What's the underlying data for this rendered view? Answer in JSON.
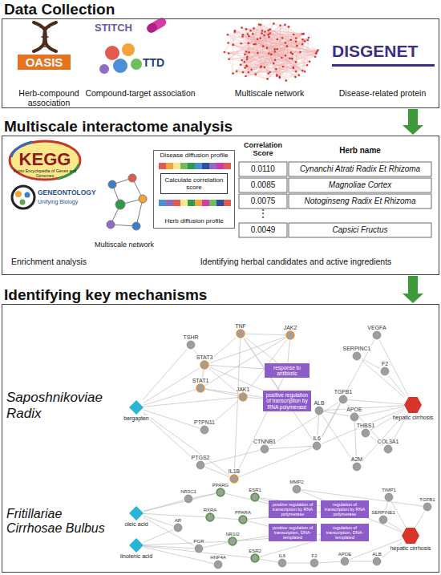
{
  "diagram": {
    "nodes": [
      {
        "text": [
          "Data Collection"
        ]
      },
      {
        "text": [
          "Multiscale interactome analysis"
        ]
      },
      {
        "text": [
          "Disease diffusion profile",
          "Herb diffusion profile"
        ],
        "in": 1
      },
      {
        "text": [
          "Calculate correlation score"
        ],
        "in": 2
      },
      {
        "text": [
          "Identifying key mechanisms"
        ]
      },
      {
        "text": [
          "TSHR"
        ],
        "in": 4
      },
      {
        "text": [
          "TNF"
        ],
        "in": 4
      },
      {
        "text": [
          "JAK2"
        ],
        "in": 4
      },
      {
        "text": [
          "VEGFA"
        ],
        "in": 4
      },
      {
        "text": [
          "STAT3"
        ],
        "in": 4
      },
      {
        "text": [
          "SERPINC1"
        ],
        "in": 4
      },
      {
        "text": [
          "F2"
        ],
        "in": 4
      },
      {
        "text": [
          "STAT1"
        ],
        "in": 4
      },
      {
        "text": [
          "JAK1"
        ],
        "in": 4
      },
      {
        "text": [
          "ALB"
        ],
        "in": 4
      },
      {
        "text": [
          "TGFB1"
        ],
        "in": 4
      },
      {
        "text": [
          "APOE"
        ],
        "in": 4
      },
      {
        "text": [
          "THBS1"
        ],
        "in": 4
      },
      {
        "text": [
          "PTPN11"
        ],
        "in": 4
      },
      {
        "text": [
          "COL3A1"
        ],
        "in": 4
      },
      {
        "text": [
          "CTNNB1"
        ],
        "in": 4
      },
      {
        "text": [
          "IL6"
        ],
        "in": 4
      },
      {
        "text": [
          "A2M"
        ],
        "in": 4
      },
      {
        "text": [
          "PTGS2"
        ],
        "in": 4
      },
      {
        "text": [
          "IL1B"
        ],
        "in": 4
      },
      {
        "text": [
          "bergapten"
        ],
        "in": 4
      },
      {
        "text": [
          "hepatic cirrhosis"
        ],
        "in": 4
      },
      {
        "text": [
          "response to antibiotic"
        ],
        "in": 4
      },
      {
        "text": [
          "positive regulation of transcription by RNA polymerase"
        ],
        "in": 4
      },
      {
        "text": [
          "oleic acid"
        ],
        "in": 4
      },
      {
        "text": [
          "linolenic acid"
        ],
        "in": 4
      },
      {
        "text": [
          "hepatic cirrhosis"
        ],
        "in": 4
      },
      {
        "text": [
          "positive regulation of transcription by RNA polymerase"
        ],
        "in": 4
      },
      {
        "text": [
          "regulation of transcription by RNA polymerase"
        ],
        "in": 4
      },
      {
        "text": [
          "positive regulation of transcription, DNA-templated"
        ],
        "in": 4
      },
      {
        "text": [
          "regulation of transcription, DNA-templated"
        ],
        "in": 4
      },
      {
        "text": [
          "NR3C1"
        ],
        "in": 4
      },
      {
        "text": [
          "PPARG"
        ],
        "in": 4
      },
      {
        "text": [
          "ESR1"
        ],
        "in": 4
      },
      {
        "text": [
          "AR"
        ],
        "in": 4
      },
      {
        "text": [
          "RXRA"
        ],
        "in": 4
      },
      {
        "text": [
          "PPARA"
        ],
        "in": 4
      },
      {
        "text": [
          "PGR"
        ],
        "in": 4
      },
      {
        "text": [
          "NR1I2"
        ],
        "in": 4
      },
      {
        "text": [
          "ESR2"
        ],
        "in": 4
      },
      {
        "text": [
          "HNF4A"
        ],
        "in": 4
      },
      {
        "text": [
          "TIMP1"
        ],
        "in": 4
      },
      {
        "text": [
          "MMP2"
        ],
        "in": 4
      },
      {
        "text": [
          "SERPINE1"
        ],
        "in": 4
      },
      {
        "text": [
          "ALB"
        ],
        "in": 4
      },
      {
        "text": [
          "APOE"
        ],
        "in": 4
      },
      {
        "text": [
          "F2"
        ],
        "in": 4
      },
      {
        "text": [
          "IL6"
        ],
        "in": 4
      },
      {
        "text": [
          "TGFB1"
        ],
        "in": 4
      }
    ],
    "edges": [
      {
        "from": 0,
        "to": 1,
        "arrow": "to"
      },
      {
        "from": 1,
        "to": 4,
        "arrow": "to"
      },
      {
        "from": 25,
        "to": 9,
        "arrow": "none"
      },
      {
        "from": 25,
        "to": 12,
        "arrow": "none"
      },
      {
        "from": 25,
        "to": 13,
        "arrow": "none"
      },
      {
        "from": 25,
        "to": 18,
        "arrow": "none"
      },
      {
        "from": 25,
        "to": 23,
        "arrow": "none"
      },
      {
        "from": 25,
        "to": 24,
        "arrow": "none"
      },
      {
        "from": 25,
        "to": 5,
        "arrow": "none"
      },
      {
        "from": 26,
        "to": 8,
        "arrow": "none"
      },
      {
        "from": 26,
        "to": 10,
        "arrow": "none"
      },
      {
        "from": 26,
        "to": 11,
        "arrow": "none"
      },
      {
        "from": 26,
        "to": 14,
        "arrow": "none"
      },
      {
        "from": 26,
        "to": 16,
        "arrow": "none"
      },
      {
        "from": 26,
        "to": 17,
        "arrow": "none"
      },
      {
        "from": 26,
        "to": 19,
        "arrow": "none"
      },
      {
        "from": 26,
        "to": 21,
        "arrow": "none"
      },
      {
        "from": 26,
        "to": 22,
        "arrow": "none"
      },
      {
        "from": 26,
        "to": 15,
        "arrow": "none"
      },
      {
        "from": 6,
        "to": 7,
        "arrow": "none"
      },
      {
        "from": 6,
        "to": 9,
        "arrow": "none"
      },
      {
        "from": 6,
        "to": 21,
        "arrow": "none"
      },
      {
        "from": 6,
        "to": 24,
        "arrow": "none"
      },
      {
        "from": 7,
        "to": 9,
        "arrow": "none"
      },
      {
        "from": 7,
        "to": 13,
        "arrow": "none"
      },
      {
        "from": 7,
        "to": 12,
        "arrow": "none"
      },
      {
        "from": 9,
        "to": 12,
        "arrow": "none"
      },
      {
        "from": 9,
        "to": 13,
        "arrow": "none"
      },
      {
        "from": 12,
        "to": 13,
        "arrow": "none"
      },
      {
        "from": 13,
        "to": 18,
        "arrow": "none"
      },
      {
        "from": 21,
        "to": 24,
        "arrow": "none"
      },
      {
        "from": 21,
        "to": 14,
        "arrow": "none"
      },
      {
        "from": 21,
        "to": 15,
        "arrow": "none"
      },
      {
        "from": 14,
        "to": 16,
        "arrow": "none"
      },
      {
        "from": 14,
        "to": 22,
        "arrow": "none"
      },
      {
        "from": 15,
        "to": 19,
        "arrow": "none"
      },
      {
        "from": 17,
        "to": 19,
        "arrow": "none"
      },
      {
        "from": 10,
        "to": 11,
        "arrow": "none"
      },
      {
        "from": 8,
        "to": 21,
        "arrow": "none"
      },
      {
        "from": 20,
        "to": 21,
        "arrow": "none"
      },
      {
        "from": 20,
        "to": 15,
        "arrow": "none"
      },
      {
        "from": 23,
        "to": 24,
        "arrow": "none"
      },
      {
        "from": 23,
        "to": 20,
        "arrow": "none"
      },
      {
        "from": 5,
        "to": 9,
        "arrow": "none"
      },
      {
        "from": 16,
        "to": 22,
        "arrow": "none"
      },
      {
        "from": 27,
        "to": 6,
        "arrow": "none"
      },
      {
        "from": 27,
        "to": 7,
        "arrow": "none"
      },
      {
        "from": 27,
        "to": 9,
        "arrow": "none"
      },
      {
        "from": 27,
        "to": 24,
        "arrow": "none"
      },
      {
        "from": 28,
        "to": 9,
        "arrow": "none"
      },
      {
        "from": 28,
        "to": 12,
        "arrow": "none"
      },
      {
        "from": 28,
        "to": 13,
        "arrow": "none"
      },
      {
        "from": 28,
        "to": 6,
        "arrow": "none"
      },
      {
        "from": 29,
        "to": 36,
        "arrow": "none"
      },
      {
        "from": 29,
        "to": 37,
        "arrow": "none"
      },
      {
        "from": 29,
        "to": 39,
        "arrow": "none"
      },
      {
        "from": 29,
        "to": 40,
        "arrow": "none"
      },
      {
        "from": 29,
        "to": 42,
        "arrow": "none"
      },
      {
        "from": 30,
        "to": 39,
        "arrow": "none"
      },
      {
        "from": 30,
        "to": 42,
        "arrow": "none"
      },
      {
        "from": 30,
        "to": 43,
        "arrow": "none"
      },
      {
        "from": 30,
        "to": 45,
        "arrow": "none"
      },
      {
        "from": 30,
        "to": 44,
        "arrow": "none"
      },
      {
        "from": 31,
        "to": 46,
        "arrow": "none"
      },
      {
        "from": 31,
        "to": 48,
        "arrow": "none"
      },
      {
        "from": 31,
        "to": 49,
        "arrow": "none"
      },
      {
        "from": 31,
        "to": 50,
        "arrow": "none"
      },
      {
        "from": 31,
        "to": 53,
        "arrow": "none"
      },
      {
        "from": 31,
        "to": 47,
        "arrow": "none"
      },
      {
        "from": 32,
        "to": 37,
        "arrow": "none"
      },
      {
        "from": 32,
        "to": 38,
        "arrow": "none"
      },
      {
        "from": 33,
        "to": 38,
        "arrow": "none"
      },
      {
        "from": 33,
        "to": 41,
        "arrow": "none"
      },
      {
        "from": 34,
        "to": 41,
        "arrow": "none"
      },
      {
        "from": 34,
        "to": 43,
        "arrow": "none"
      },
      {
        "from": 35,
        "to": 43,
        "arrow": "none"
      },
      {
        "from": 35,
        "to": 44,
        "arrow": "none"
      },
      {
        "from": 36,
        "to": 37,
        "arrow": "none"
      },
      {
        "from": 40,
        "to": 41,
        "arrow": "none"
      },
      {
        "from": 42,
        "to": 43,
        "arrow": "none"
      },
      {
        "from": 46,
        "to": 48,
        "arrow": "none"
      },
      {
        "from": 49,
        "to": 50,
        "arrow": "none"
      },
      {
        "from": 51,
        "to": 52,
        "arrow": "none"
      },
      {
        "from": 50,
        "to": 51,
        "arrow": "none"
      },
      {
        "from": 47,
        "to": 53,
        "arrow": "none"
      },
      {
        "from": 52,
        "to": 44,
        "arrow": "none"
      }
    ],
    "labels": [
      "OASIS",
      "STITCH",
      "TTD",
      "DISGENET",
      "Herb-compound association",
      "Compound-target association",
      "Multiscale network",
      "Disease-related protein",
      "Kyoto Encyclopedia of Genes and Genomes",
      "KEGG",
      "GENEONTOLOGY",
      "Unifying Biology",
      "Enrichment analysis",
      "Multiscale network",
      "Correlation Score",
      "Herb name",
      "0.0110",
      "Cynanchi Atrati Radix Et Rhizoma",
      "0.0085",
      "Magnoliae Cortex",
      "0.0075",
      "Notoginseng Radix Et Rhizoma",
      "⋮",
      "0.0049",
      "Capsici Fructus",
      "Identifying herbal candidates and active ingredients",
      "Saposhnikoviae Radix",
      "Fritillariae Cirrhosae Bulbus"
    ]
  }
}
